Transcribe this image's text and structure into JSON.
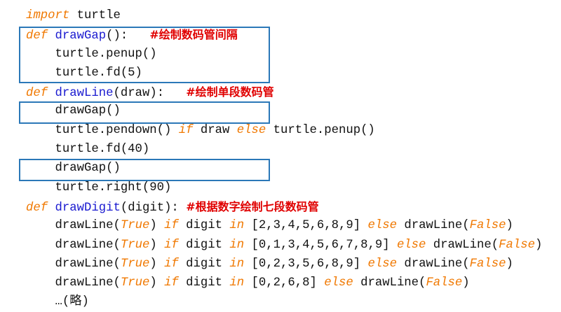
{
  "code_lines": [
    [
      {
        "t": "import",
        "c": "kw"
      },
      {
        "t": " turtle",
        "c": ""
      }
    ],
    [
      {
        "t": "def",
        "c": "kw"
      },
      {
        "t": " ",
        "c": ""
      },
      {
        "t": "drawGap",
        "c": "fn"
      },
      {
        "t": "():   ",
        "c": ""
      },
      {
        "t": "#绘制数码管间隔",
        "c": "cm"
      }
    ],
    [
      {
        "t": "    turtle.penup()",
        "c": ""
      }
    ],
    [
      {
        "t": "    turtle.fd(5)",
        "c": ""
      }
    ],
    [
      {
        "t": "def",
        "c": "kw"
      },
      {
        "t": " ",
        "c": ""
      },
      {
        "t": "drawLine",
        "c": "fn"
      },
      {
        "t": "(draw):   ",
        "c": ""
      },
      {
        "t": "#绘制单段数码管",
        "c": "cm"
      }
    ],
    [
      {
        "t": "    drawGap()",
        "c": ""
      }
    ],
    [
      {
        "t": "    turtle.pendown() ",
        "c": ""
      },
      {
        "t": "if",
        "c": "kw"
      },
      {
        "t": " draw ",
        "c": ""
      },
      {
        "t": "else",
        "c": "kw"
      },
      {
        "t": " turtle.penup()",
        "c": ""
      }
    ],
    [
      {
        "t": "    turtle.fd(40)",
        "c": ""
      }
    ],
    [
      {
        "t": "    drawGap()",
        "c": ""
      }
    ],
    [
      {
        "t": "    turtle.right(90)",
        "c": ""
      }
    ],
    [
      {
        "t": "def",
        "c": "kw"
      },
      {
        "t": " ",
        "c": ""
      },
      {
        "t": "drawDigit",
        "c": "fn"
      },
      {
        "t": "(digit): ",
        "c": ""
      },
      {
        "t": "#根据数字绘制七段数码管",
        "c": "cm"
      }
    ],
    [
      {
        "t": "    drawLine(",
        "c": ""
      },
      {
        "t": "True",
        "c": "kw"
      },
      {
        "t": ") ",
        "c": ""
      },
      {
        "t": "if",
        "c": "kw"
      },
      {
        "t": " digit ",
        "c": ""
      },
      {
        "t": "in",
        "c": "kw"
      },
      {
        "t": " [2,3,4,5,6,8,9] ",
        "c": ""
      },
      {
        "t": "else",
        "c": "kw"
      },
      {
        "t": " drawLine(",
        "c": ""
      },
      {
        "t": "False",
        "c": "kw"
      },
      {
        "t": ")",
        "c": ""
      }
    ],
    [
      {
        "t": "    drawLine(",
        "c": ""
      },
      {
        "t": "True",
        "c": "kw"
      },
      {
        "t": ") ",
        "c": ""
      },
      {
        "t": "if",
        "c": "kw"
      },
      {
        "t": " digit ",
        "c": ""
      },
      {
        "t": "in",
        "c": "kw"
      },
      {
        "t": " [0,1,3,4,5,6,7,8,9] ",
        "c": ""
      },
      {
        "t": "else",
        "c": "kw"
      },
      {
        "t": " drawLine(",
        "c": ""
      },
      {
        "t": "False",
        "c": "kw"
      },
      {
        "t": ")",
        "c": ""
      }
    ],
    [
      {
        "t": "    drawLine(",
        "c": ""
      },
      {
        "t": "True",
        "c": "kw"
      },
      {
        "t": ") ",
        "c": ""
      },
      {
        "t": "if",
        "c": "kw"
      },
      {
        "t": " digit ",
        "c": ""
      },
      {
        "t": "in",
        "c": "kw"
      },
      {
        "t": " [0,2,3,5,6,8,9] ",
        "c": ""
      },
      {
        "t": "else",
        "c": "kw"
      },
      {
        "t": " drawLine(",
        "c": ""
      },
      {
        "t": "False",
        "c": "kw"
      },
      {
        "t": ")",
        "c": ""
      }
    ],
    [
      {
        "t": "    drawLine(",
        "c": ""
      },
      {
        "t": "True",
        "c": "kw"
      },
      {
        "t": ") ",
        "c": ""
      },
      {
        "t": "if",
        "c": "kw"
      },
      {
        "t": " digit ",
        "c": ""
      },
      {
        "t": "in",
        "c": "kw"
      },
      {
        "t": " [0,2,6,8] ",
        "c": ""
      },
      {
        "t": "else",
        "c": "kw"
      },
      {
        "t": " drawLine(",
        "c": ""
      },
      {
        "t": "False",
        "c": "kw"
      },
      {
        "t": ")",
        "c": ""
      }
    ],
    [
      {
        "t": "    …(略)",
        "c": ""
      }
    ]
  ],
  "colors": {
    "keyword": "#f07800",
    "function": "#1a1ad0",
    "comment": "#e00000",
    "highlight_box": "#2b78b8"
  }
}
